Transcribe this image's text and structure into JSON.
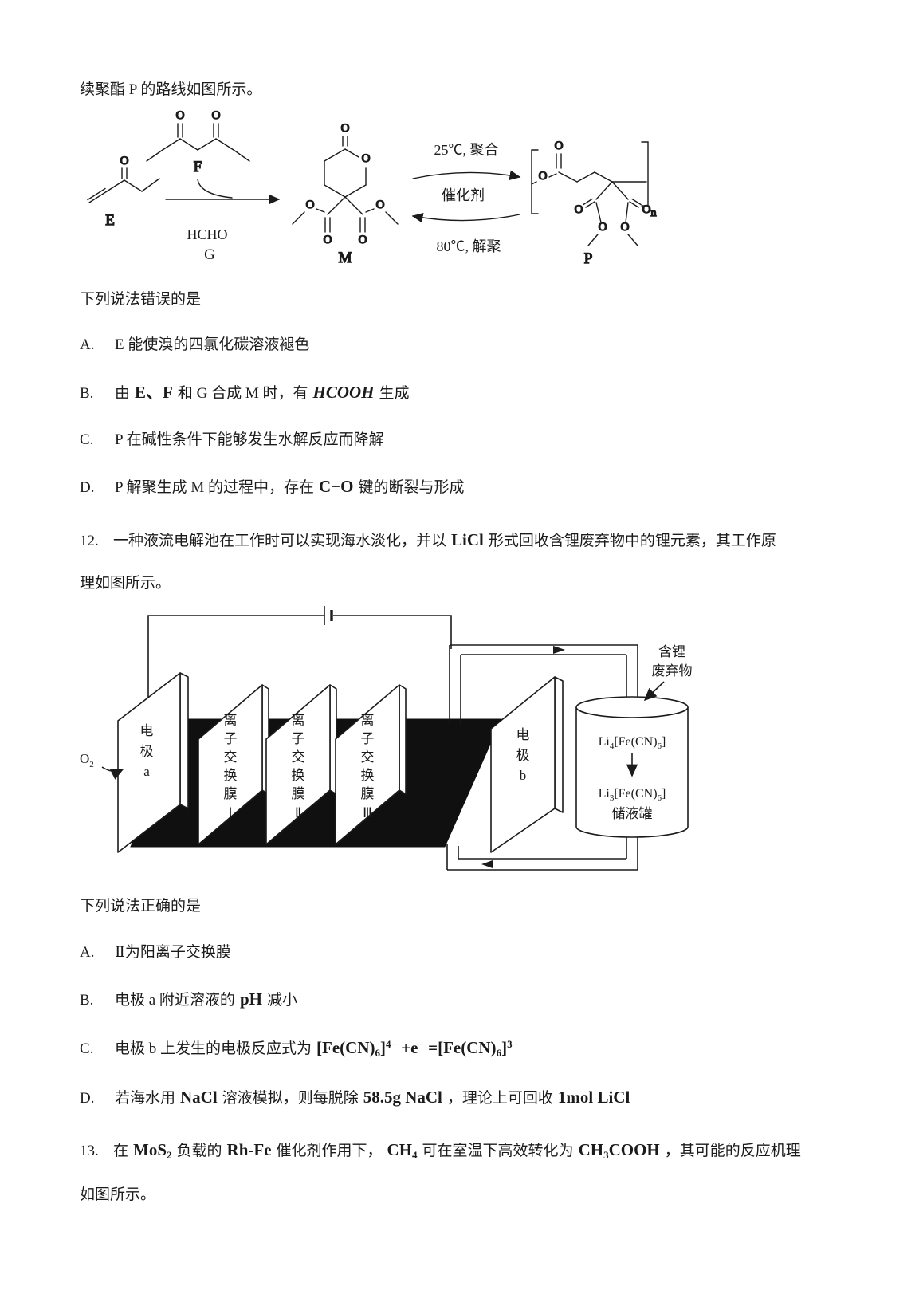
{
  "intro": "续聚酯 P 的路线如图所示。",
  "scheme": {
    "o": "O",
    "e": "E",
    "f": "F",
    "g": "G",
    "m": "M",
    "p": "P",
    "n": "n",
    "hcho": "HCHO",
    "cond_top": "25℃, 聚合",
    "cond_mid": "催化剂",
    "cond_bot": "80℃, 解聚"
  },
  "q11": {
    "stem": "下列说法错误的是",
    "a_label": "A.",
    "a_text": "E 能使溴的四氯化碳溶液褪色",
    "b_label": "B.",
    "b_pre": "由",
    "b_ef": "E、F",
    "b_mid": "和 G 合成 M 时，有",
    "b_formula": "HCOOH",
    "b_post": "生成",
    "c_label": "C.",
    "c_text": "P 在碱性条件下能够发生水解反应而降解",
    "d_label": "D.",
    "d_pre": "P 解聚生成 M 的过程中，存在",
    "d_formula": "C−O",
    "d_post": "键的断裂与形成"
  },
  "q12": {
    "num": "12.",
    "stem_pre": "一种液流电解池在工作时可以实现海水淡化，并以",
    "stem_licl": "LiCl",
    "stem_post": "形式回收含锂废弃物中的锂元素，其工作原",
    "stem_line2": "理如图所示。",
    "stem2": "下列说法正确的是",
    "a_label": "A.",
    "a_text": "Ⅱ为阳离子交换膜",
    "b_label": "B.",
    "b_pre": "电极 a 附近溶液的",
    "b_ph": "pH",
    "b_post": "减小",
    "c_label": "C.",
    "c_pre": "电极 b 上发生的电极反应式为",
    "c_f1": "[Fe(CN)",
    "c_s1": "6",
    "c_f2": "]",
    "c_sup1": "4−",
    "c_f3": " +e",
    "c_sup2": "−",
    "c_f4": " =[Fe(CN)",
    "c_s2": "6",
    "c_f5": "]",
    "c_sup3": "3−",
    "d_label": "D.",
    "d_pre": "若海水用",
    "d_nacl": "NaCl",
    "d_mid": "溶液模拟，则每脱除",
    "d_amount": "58.5g NaCl",
    "d_mid2": "，理论上可回收",
    "d_licl": "1mol LiCl",
    "diagram": {
      "o2": "O",
      "o2_sub": "2",
      "ea": [
        "电",
        "极",
        "a"
      ],
      "eb": [
        "电",
        "极",
        "b"
      ],
      "m1": [
        "离",
        "子",
        "交",
        "换",
        "膜",
        "Ⅰ"
      ],
      "m2": [
        "离",
        "子",
        "交",
        "换",
        "膜",
        "Ⅱ"
      ],
      "m3": [
        "离",
        "子",
        "交",
        "换",
        "膜",
        "Ⅲ"
      ],
      "waste1": "含锂",
      "waste2": "废弃物",
      "li4": [
        "Li",
        "4",
        "[Fe(CN)",
        "6",
        "]"
      ],
      "li3": [
        "Li",
        "3",
        "[Fe(CN)",
        "6",
        "]"
      ],
      "tank": "储液罐"
    }
  },
  "q13": {
    "num": "13.",
    "pre": "在",
    "mos": "MoS",
    "mos_sub": "2",
    "mid1": "负载的",
    "rhfe": "Rh-Fe",
    "mid2": "催化剂作用下，",
    "ch4": "CH",
    "ch4_sub": "4",
    "mid3": "可在室温下高效转化为",
    "ch3": "CH",
    "ch3_sub": "3",
    "cooh": "COOH",
    "post": "，其可能的反应机理",
    "line2": "如图所示。"
  }
}
